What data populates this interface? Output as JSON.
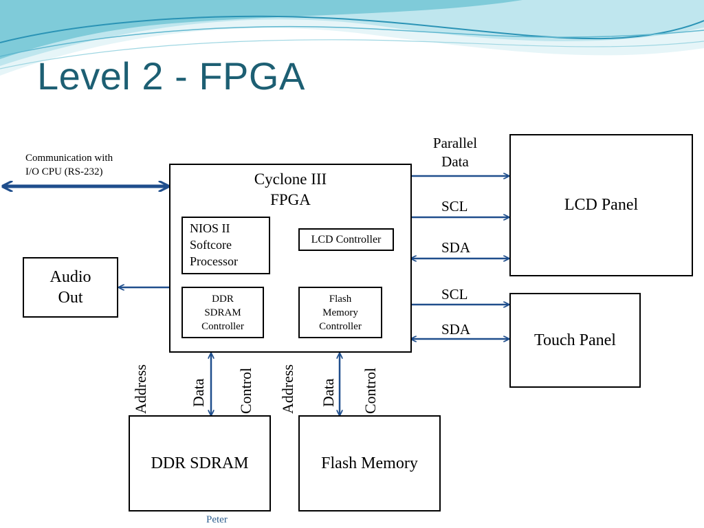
{
  "slide": {
    "title": "Level 2 - FPGA",
    "footer": "Peter"
  },
  "fpga": {
    "line1": "Cyclone III",
    "line2": "FPGA",
    "nios": [
      "NIOS II",
      "Softcore",
      "Processor"
    ],
    "lcd_controller": "LCD Controller",
    "ddr_controller": [
      "DDR",
      "SDRAM",
      "Controller"
    ],
    "flash_controller": [
      "Flash",
      "Memory",
      "Controller"
    ]
  },
  "external": {
    "audio": [
      "Audio",
      "Out"
    ],
    "lcd_panel": "LCD Panel",
    "touch_panel": "Touch Panel",
    "ddr_sdram": "DDR SDRAM",
    "flash_memory": "Flash Memory"
  },
  "labels": {
    "comm": [
      "Communication with",
      "I/O CPU (RS-232)"
    ],
    "parallel": [
      "Parallel",
      "Data"
    ],
    "scl_lcd": "SCL",
    "sda_lcd": "SDA",
    "scl_touch": "SCL",
    "sda_touch": "SDA",
    "ddr_address": "Address",
    "ddr_data": "Data",
    "ddr_control": "Control",
    "flash_address": "Address",
    "flash_data": "Data",
    "flash_control": "Control"
  },
  "colors": {
    "title": "#1d5f73",
    "arrow": "#1f4e8c",
    "wave_light": "#bfe6ee",
    "wave_mid": "#7fcbd9",
    "wave_dark": "#2a93b5"
  }
}
